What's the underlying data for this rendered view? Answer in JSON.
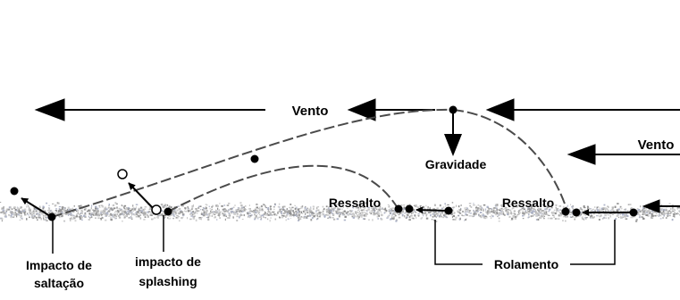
{
  "labels": {
    "wind_top": "Vento",
    "wind_right": "Vento",
    "gravity": "Gravidade",
    "rebound_left": "Ressalto",
    "rebound_right": "Ressalto",
    "saltation_impact_line1": "Impacto de",
    "saltation_impact_line2": "saltação",
    "splash_impact_line1": "impacto de",
    "splash_impact_line2": "splashing",
    "rolling": "Rolamento"
  },
  "colors": {
    "ink": "#000000",
    "trajectory": "#4a4a4a",
    "ground": "#a8a8a8"
  }
}
